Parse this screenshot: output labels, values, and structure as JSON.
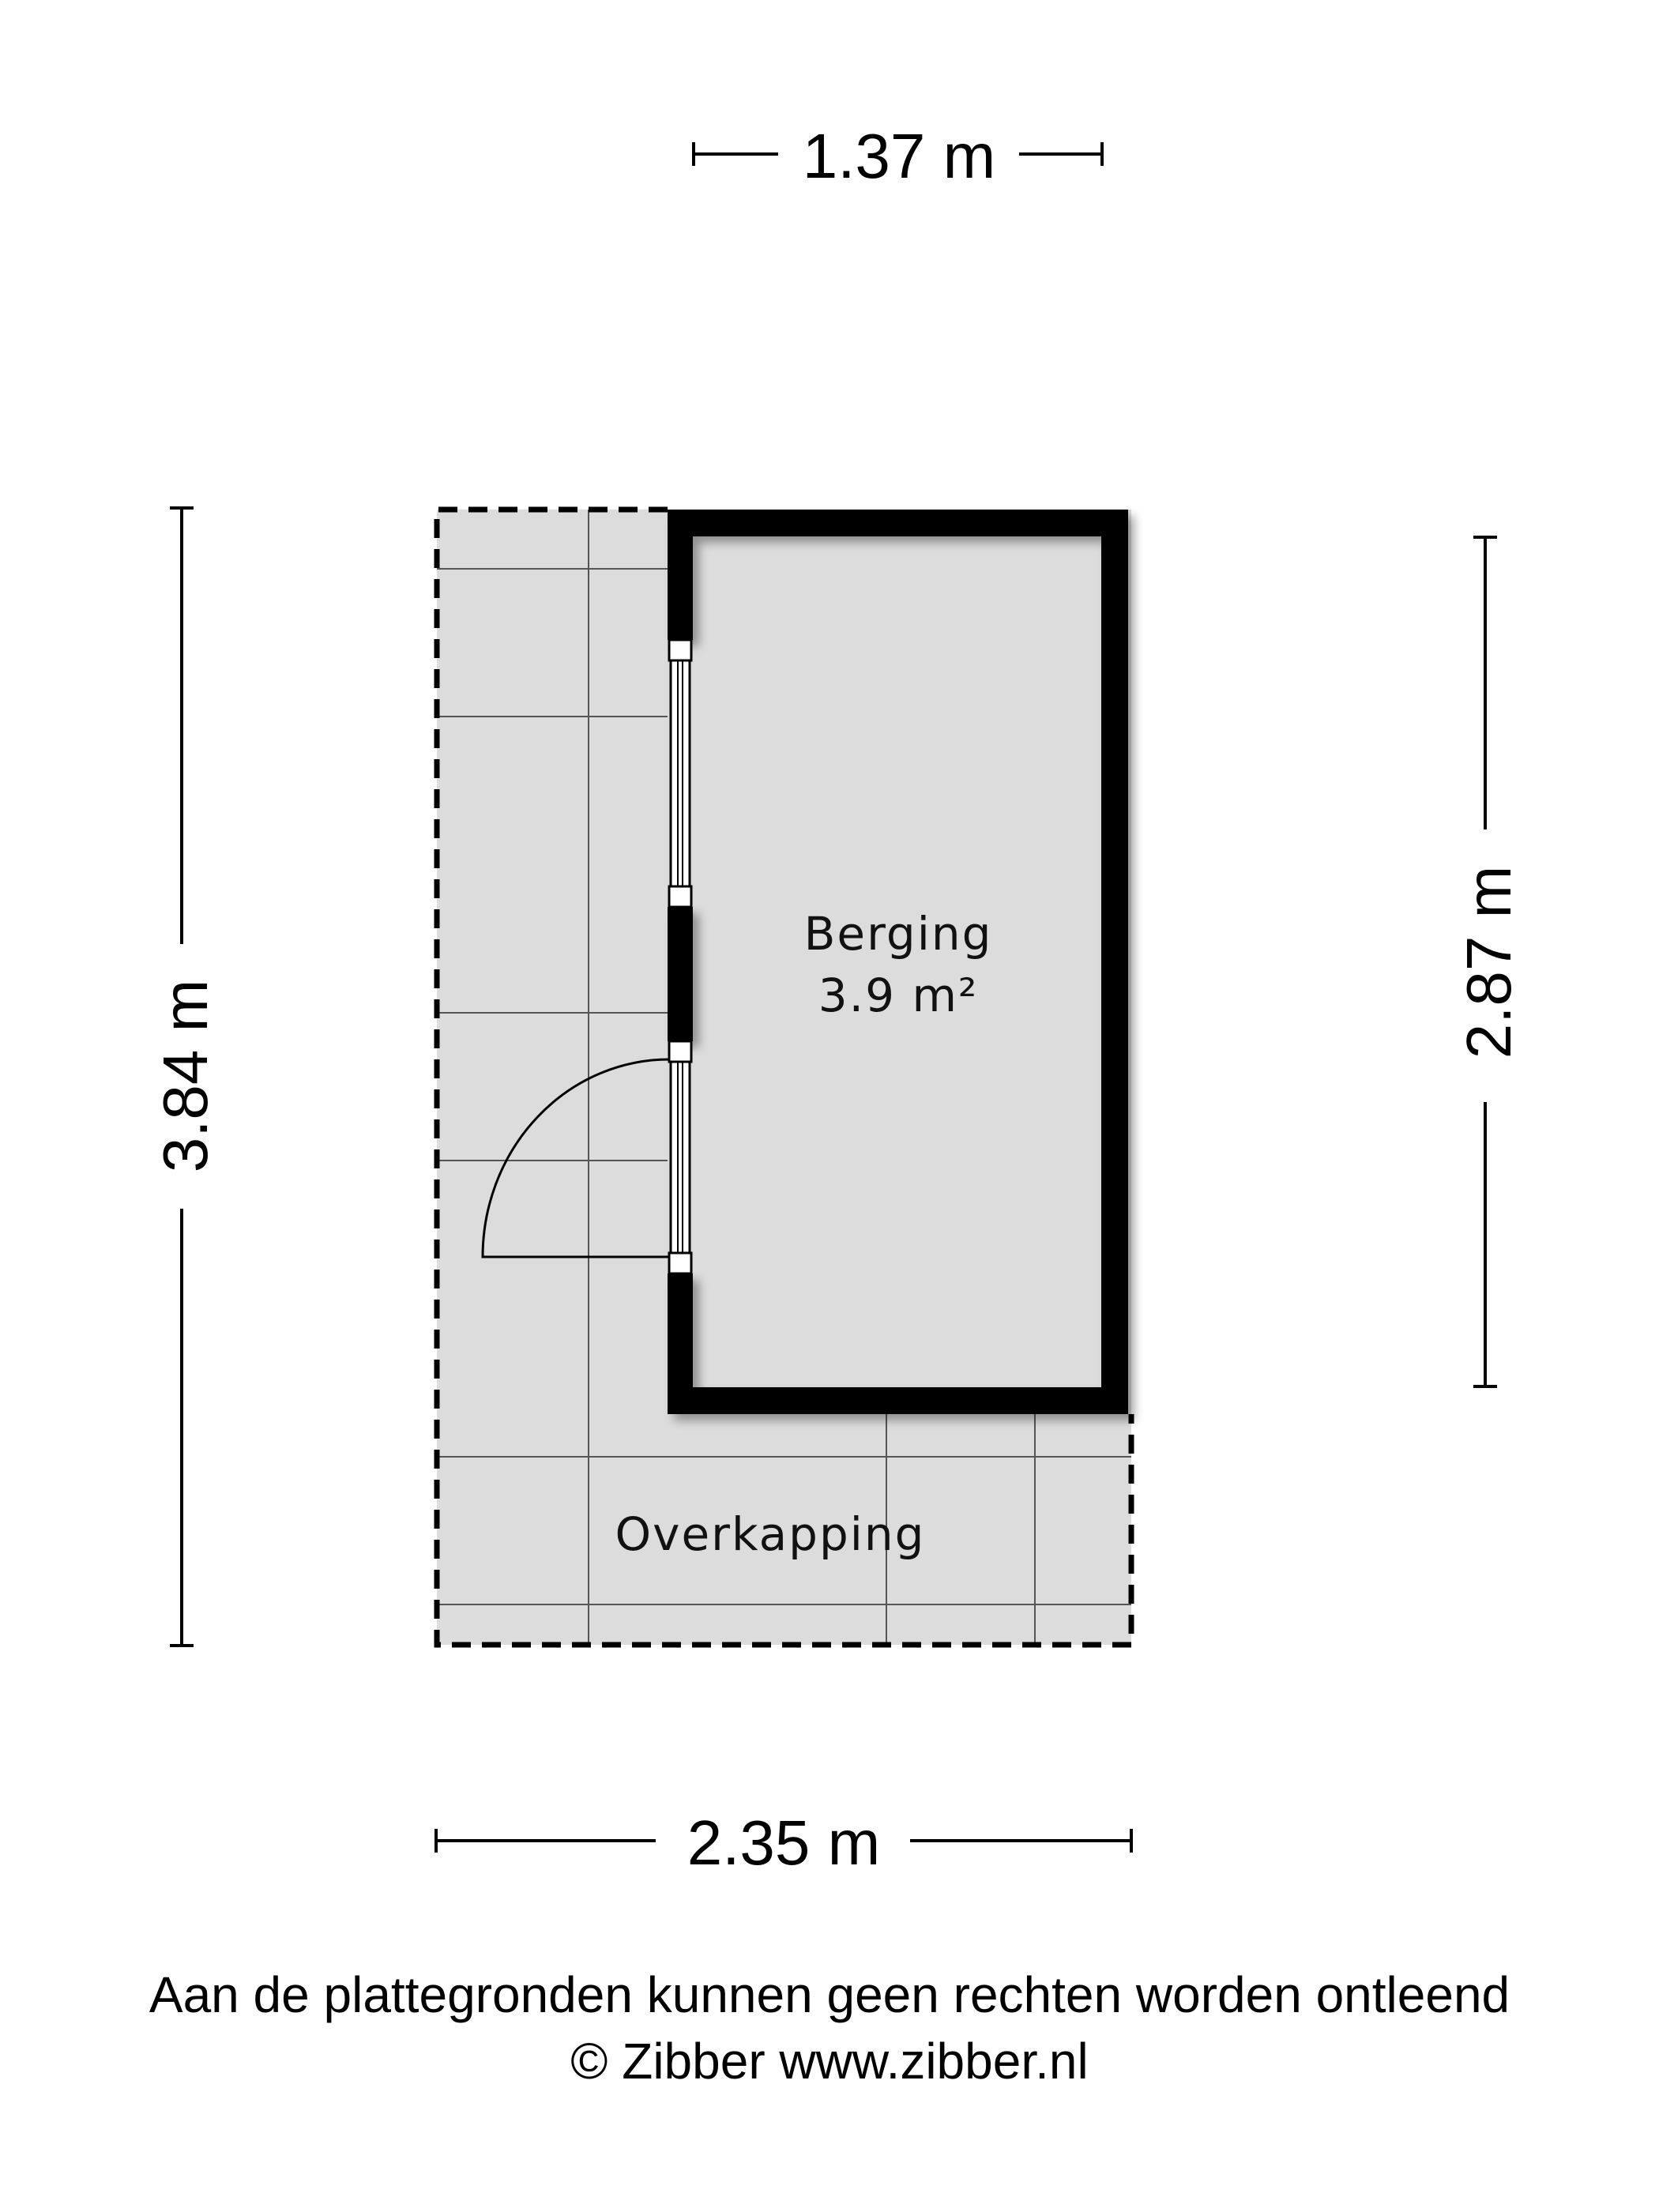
{
  "dimensions": {
    "top_width": "1.37 m",
    "bottom_width": "2.35 m",
    "left_height": "3.84 m",
    "right_height": "2.87 m"
  },
  "rooms": {
    "berging_name": "Berging",
    "berging_area": "3.9 m²",
    "overkapping_name": "Overkapping"
  },
  "footer": {
    "disclaimer": "Aan de plattegronden kunnen geen rechten worden ontleend",
    "copyright": "© Zibber www.zibber.nl"
  },
  "colors": {
    "wall": "#000000",
    "floor": "#dcdcdc",
    "grid": "#555555",
    "background": "#ffffff"
  }
}
